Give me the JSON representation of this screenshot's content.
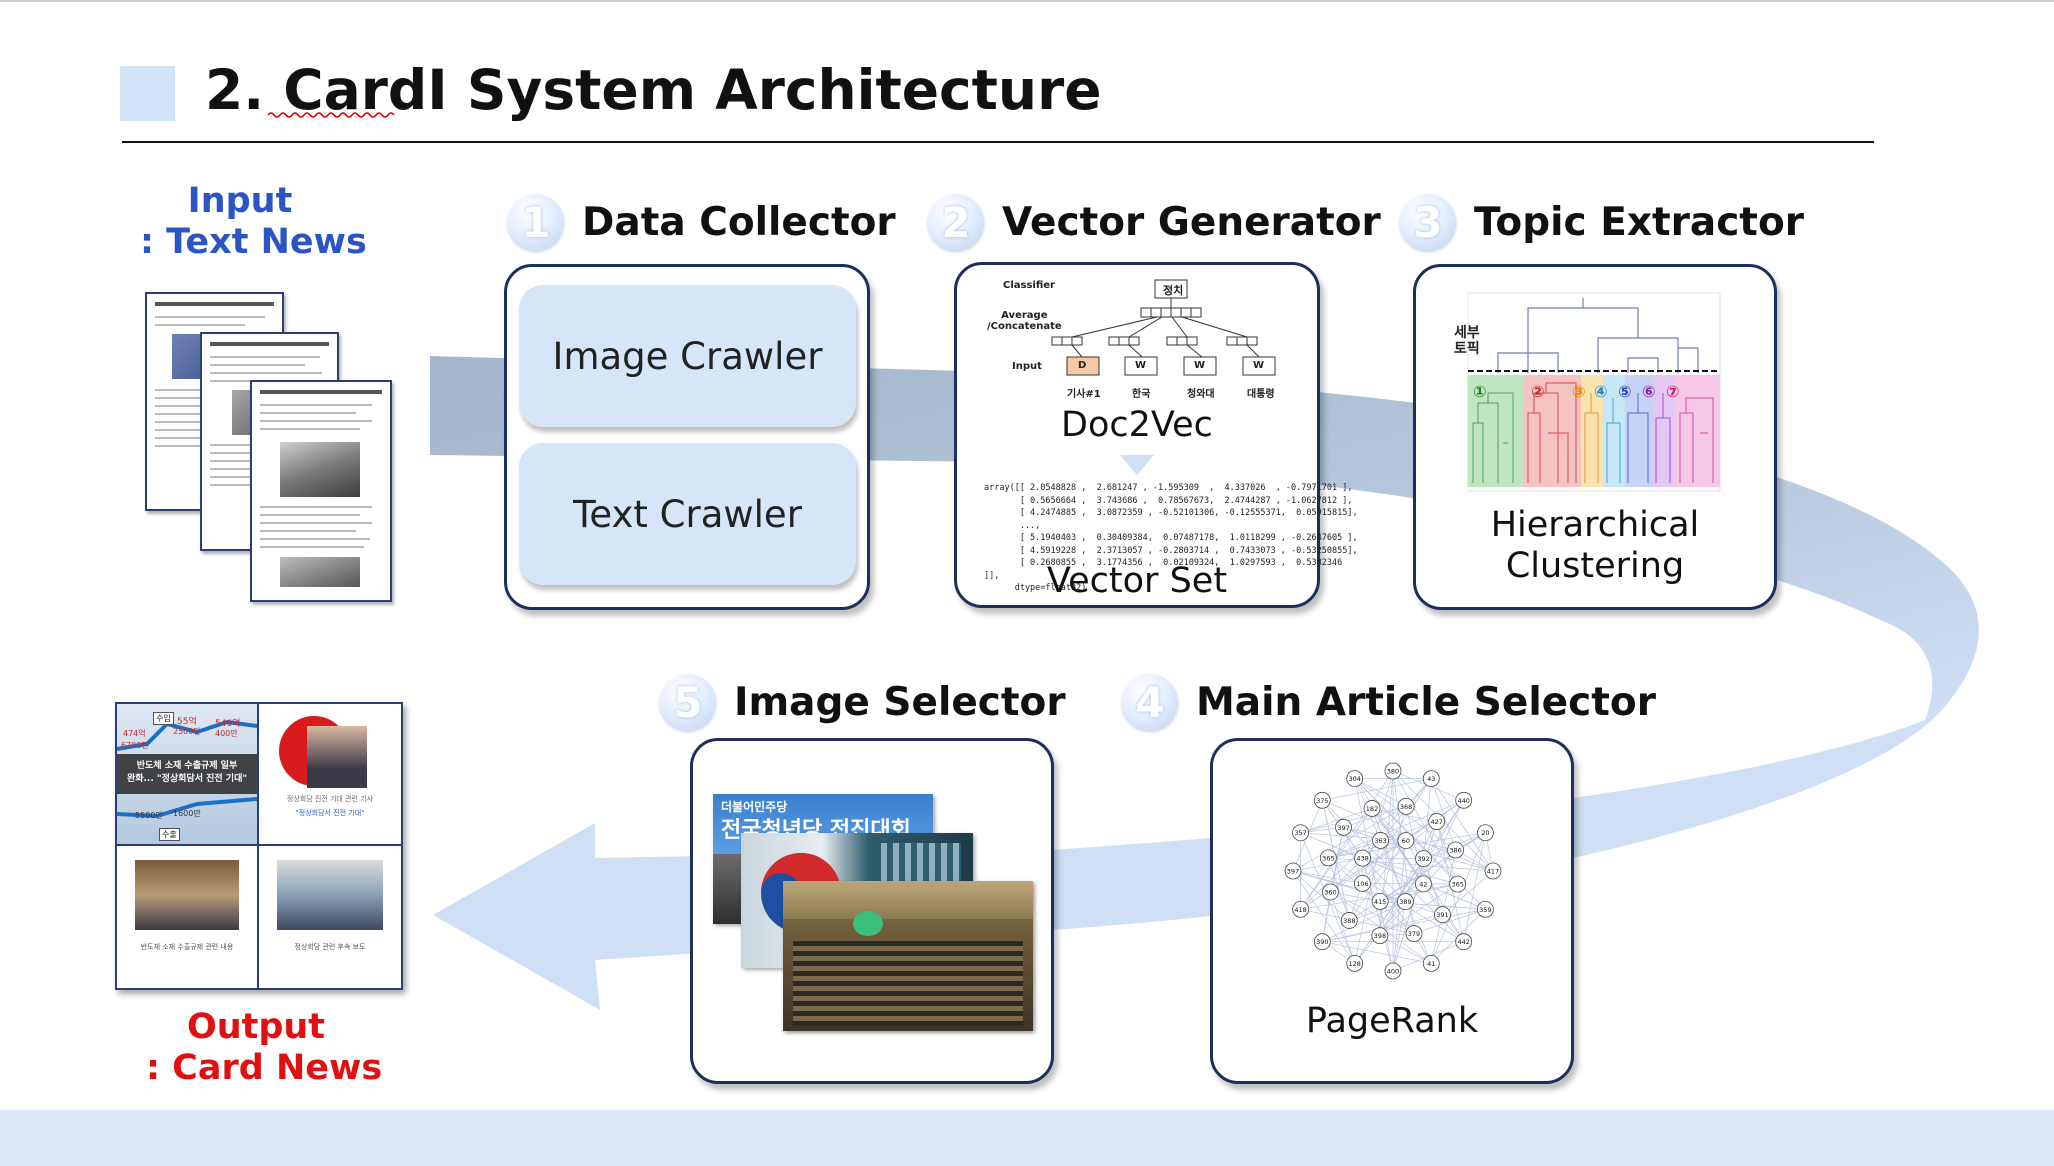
{
  "header": {
    "title": "2. CardI System Architecture"
  },
  "input": {
    "line1": "Input",
    "line2": ": Text News"
  },
  "output": {
    "line1": "Output",
    "line2": ": Card News"
  },
  "stages": [
    {
      "number": "1",
      "title": "Data Collector",
      "items": [
        "Image Crawler",
        "Text Crawler"
      ]
    },
    {
      "number": "2",
      "title": "Vector Generator",
      "method": "Doc2Vec",
      "result": "Vector Set",
      "tree": {
        "classifier": "Classifier",
        "avg": "Average\n/Concatenate",
        "input": "Input",
        "root": "정치",
        "cells": [
          "D",
          "W",
          "W",
          "W"
        ],
        "words": [
          "기사#1",
          "한국",
          "청와대",
          "대통령"
        ]
      },
      "array_lines": [
        "array([[ 2.0548828 ,  2.681247 , -1.595309  ,  4.337026  , -0.7971701 ],",
        "       [ 0.5656664 ,  3.743686 ,  0.78567673,  2.4744287 , -1.0627812 ],",
        "       [ 4.2474885 ,  3.0872359 , -0.52101306, -0.12555371,  0.05915815],",
        "       ...,",
        "       [ 5.1940403 ,  0.30409384,  0.07487178,  1.0118299 , -0.2647605 ],",
        "       [ 4.5919228 ,  2.3713057 , -0.2803714 ,  0.7433073 , -0.53250855],",
        "       [ 0.2680855 ,  3.1774356 ,  0.02109324,  1.0297593 ,  0.5382346 ",
        "]],",
        "      dtype=float32)"
      ]
    },
    {
      "number": "3",
      "title": "Topic Extractor",
      "method": "Hierarchical\nClustering",
      "dendrogram": {
        "side_label": "세부\n토픽",
        "clusters": [
          "①",
          "②",
          "③",
          "④",
          "⑤",
          "⑥",
          "⑦"
        ]
      }
    },
    {
      "number": "4",
      "title": "Main Article Selector",
      "method": "PageRank",
      "nodes": [
        "380",
        "43",
        "440",
        "20",
        "417",
        "359",
        "442",
        "41",
        "400",
        "128",
        "390",
        "418",
        "397",
        "357",
        "375",
        "304",
        "368",
        "427",
        "386",
        "365",
        "391",
        "379",
        "398",
        "388",
        "360",
        "365",
        "397",
        "182",
        "60",
        "392",
        "42",
        "389",
        "415",
        "106",
        "438",
        "363"
      ]
    },
    {
      "number": "5",
      "title": "Image Selector",
      "photo_banner": "더불어민주당",
      "photo_headline": "전국청년당 전진대회"
    }
  ],
  "card_news": {
    "chart_labels": [
      "수입",
      "55억",
      "546억",
      "474억",
      "2500만",
      "400만",
      "6700만",
      "5500만",
      "1600만",
      "수출"
    ],
    "headline": "반도체 소재 수출규제 일부\n완화... \"정상회담서 진전 기대\"",
    "quote": "\"정상회담서 진전 기대\"",
    "caption1": "정상회담 진전 기대 관련 기사",
    "caption2": "반도체 소재 수출규제 관련 내용",
    "caption3": "정상회담 관련 후속 보도"
  },
  "colors": {
    "flow_arrow": "#a3b5cb",
    "flow_arrow_light": "#cfe0f6",
    "card_border": "#1c2f5c",
    "pill": "#d6e5f7",
    "input_text": "#2b55c4",
    "output_text": "#e01010",
    "band": "#dde9f8"
  }
}
